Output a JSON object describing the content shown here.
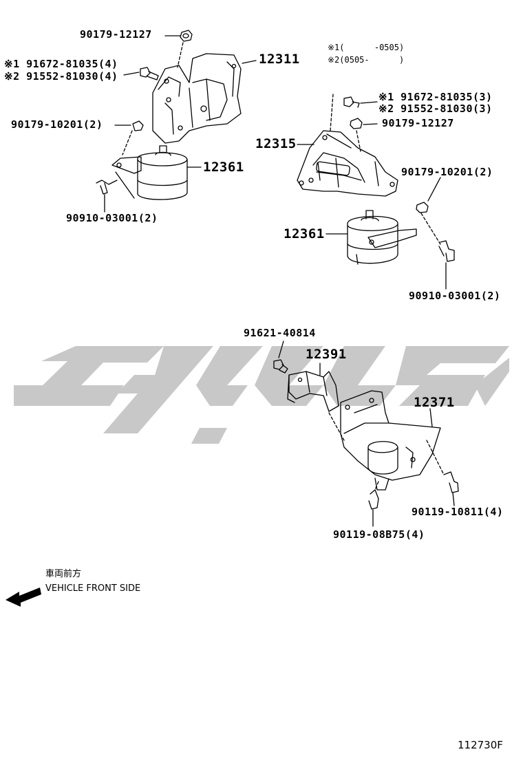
{
  "labels": {
    "nut_upper_left": "90179-12127",
    "bolt_left_1": "※1 91672-81035(4)",
    "bolt_left_2": "※2 91552-81030(4)",
    "bracket_left": "12311",
    "nut_left_lower": "90179-10201(2)",
    "insulator_left": "12361",
    "bolt_left_bottom": "90910-03001(2)",
    "note_1": "※1(      -0505)",
    "note_2": "※2(0505-      )",
    "bolt_right_1": "※1 91672-81035(3)",
    "bolt_right_2": "※2 91552-81030(3)",
    "nut_right_upper": "90179-12127",
    "bracket_right": "12315",
    "nut_right_lower": "90179-10201(2)",
    "insulator_right": "12361",
    "bolt_right_bottom": "90910-03001(2)",
    "bolt_center": "91621-40814",
    "bracket_rear": "12391",
    "insulator_rear": "12371",
    "bolt_rear_right": "90119-10811(4)",
    "bolt_rear_bottom": "90119-08B75(4)",
    "direction_jp": "車両前方",
    "direction_en": "VEHICLE FRONT SIDE",
    "figure_code": "112730F"
  },
  "colors": {
    "line": "#000000",
    "watermark": "#c8c8c8",
    "background": "#ffffff"
  }
}
